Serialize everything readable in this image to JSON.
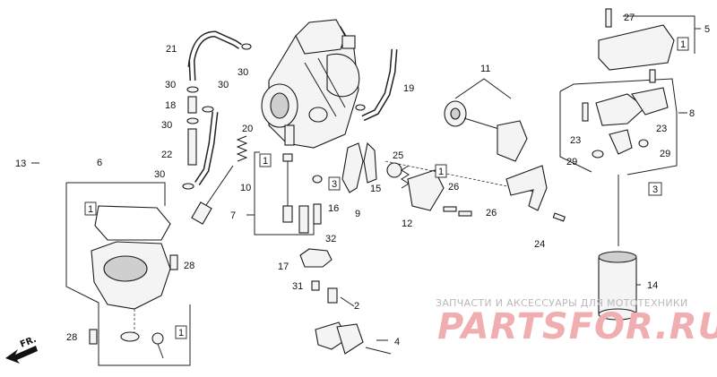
{
  "diagram": {
    "callouts": [
      "1",
      "2",
      "3",
      "4",
      "5",
      "6",
      "7",
      "8",
      "9",
      "10",
      "11",
      "12",
      "13",
      "14",
      "15",
      "16",
      "17",
      "18",
      "19",
      "20",
      "21",
      "22",
      "23",
      "24",
      "25",
      "26",
      "27",
      "28",
      "29",
      "30",
      "31",
      "32"
    ],
    "boxed_labels": [
      "1",
      "3"
    ],
    "front_indicator": "FR."
  },
  "watermark": {
    "caption": "ЗАПЧАСТИ И АКСЕССУАРЫ ДЛЯ МОТОТЕХНИКИ",
    "logo": "PARTSFOR.RU"
  },
  "colors": {
    "line": "#1a1a1a",
    "watermark_logo": "#f0aeb0",
    "watermark_text": "#b9b9b9"
  }
}
